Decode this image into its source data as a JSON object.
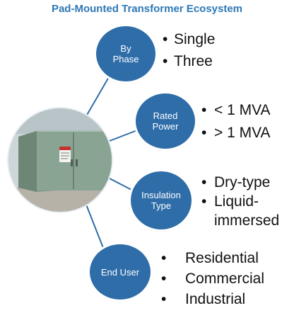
{
  "title": "Pad-Mounted Transformer Ecosystem",
  "nodes": [
    {
      "label_1": "By",
      "label_2": "Phase",
      "items": [
        "Single",
        "Three"
      ]
    },
    {
      "label_1": "Rated",
      "label_2": "Power",
      "items": [
        "< 1 MVA",
        "> 1 MVA"
      ]
    },
    {
      "label_1": "Insulation",
      "label_2": "Type",
      "items": [
        "Dry-type",
        "Liquid-",
        "immersed"
      ]
    },
    {
      "label_1": "End User",
      "label_2": "",
      "items": [
        "Residential",
        "Commercial",
        "Industrial"
      ]
    }
  ],
  "bullet": "•",
  "colors": {
    "title": "#2e78b5",
    "node": "#2f6da9",
    "connector": "#2f6da9",
    "text": "#111111"
  }
}
